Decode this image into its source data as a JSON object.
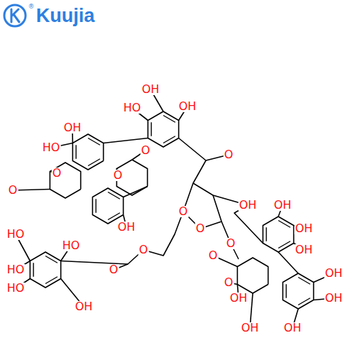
{
  "diagram": {
    "labels": [
      "Kuujia",
      "®",
      "OH",
      "HO",
      "OH",
      "OH",
      "HO",
      "O",
      "O",
      "O",
      "O",
      "O",
      "O",
      "OH",
      "O",
      "O",
      "O",
      "HO",
      "HO",
      "HO",
      "HO",
      "OH",
      "O",
      "O",
      "O",
      "OH",
      "OH",
      "OH",
      "OH",
      "OH",
      "OH",
      "OH",
      "OH",
      "OH"
    ]
  }
}
